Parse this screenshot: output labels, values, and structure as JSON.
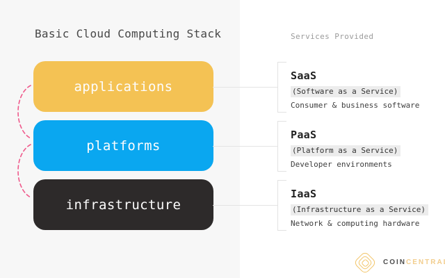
{
  "header": {
    "title": "Basic Cloud Computing Stack",
    "services_label": "Services Provided"
  },
  "stack": {
    "blocks": [
      {
        "label": "applications",
        "color": "#f4c254"
      },
      {
        "label": "platforms",
        "color": "#0aa7f0"
      },
      {
        "label": "infrastructure",
        "color": "#2d2a2a"
      }
    ]
  },
  "services": [
    {
      "abbr": "SaaS",
      "full": "(Software as a Service)",
      "desc": "Consumer & business software"
    },
    {
      "abbr": "PaaS",
      "full": "(Platform as a Service)",
      "desc": "Developer environments"
    },
    {
      "abbr": "IaaS",
      "full": "(Infrastructure as a Service)",
      "desc": "Network & computing hardware"
    }
  ],
  "colors": {
    "left_panel_bg": "#f7f7f7",
    "connector_gray": "#e2e2e2",
    "arc_pink": "#ef5a8c",
    "highlight_bg": "#ececec",
    "logo_gold": "#f2c569"
  },
  "logo": {
    "coin": "COIN",
    "central": "CENTRAL"
  }
}
